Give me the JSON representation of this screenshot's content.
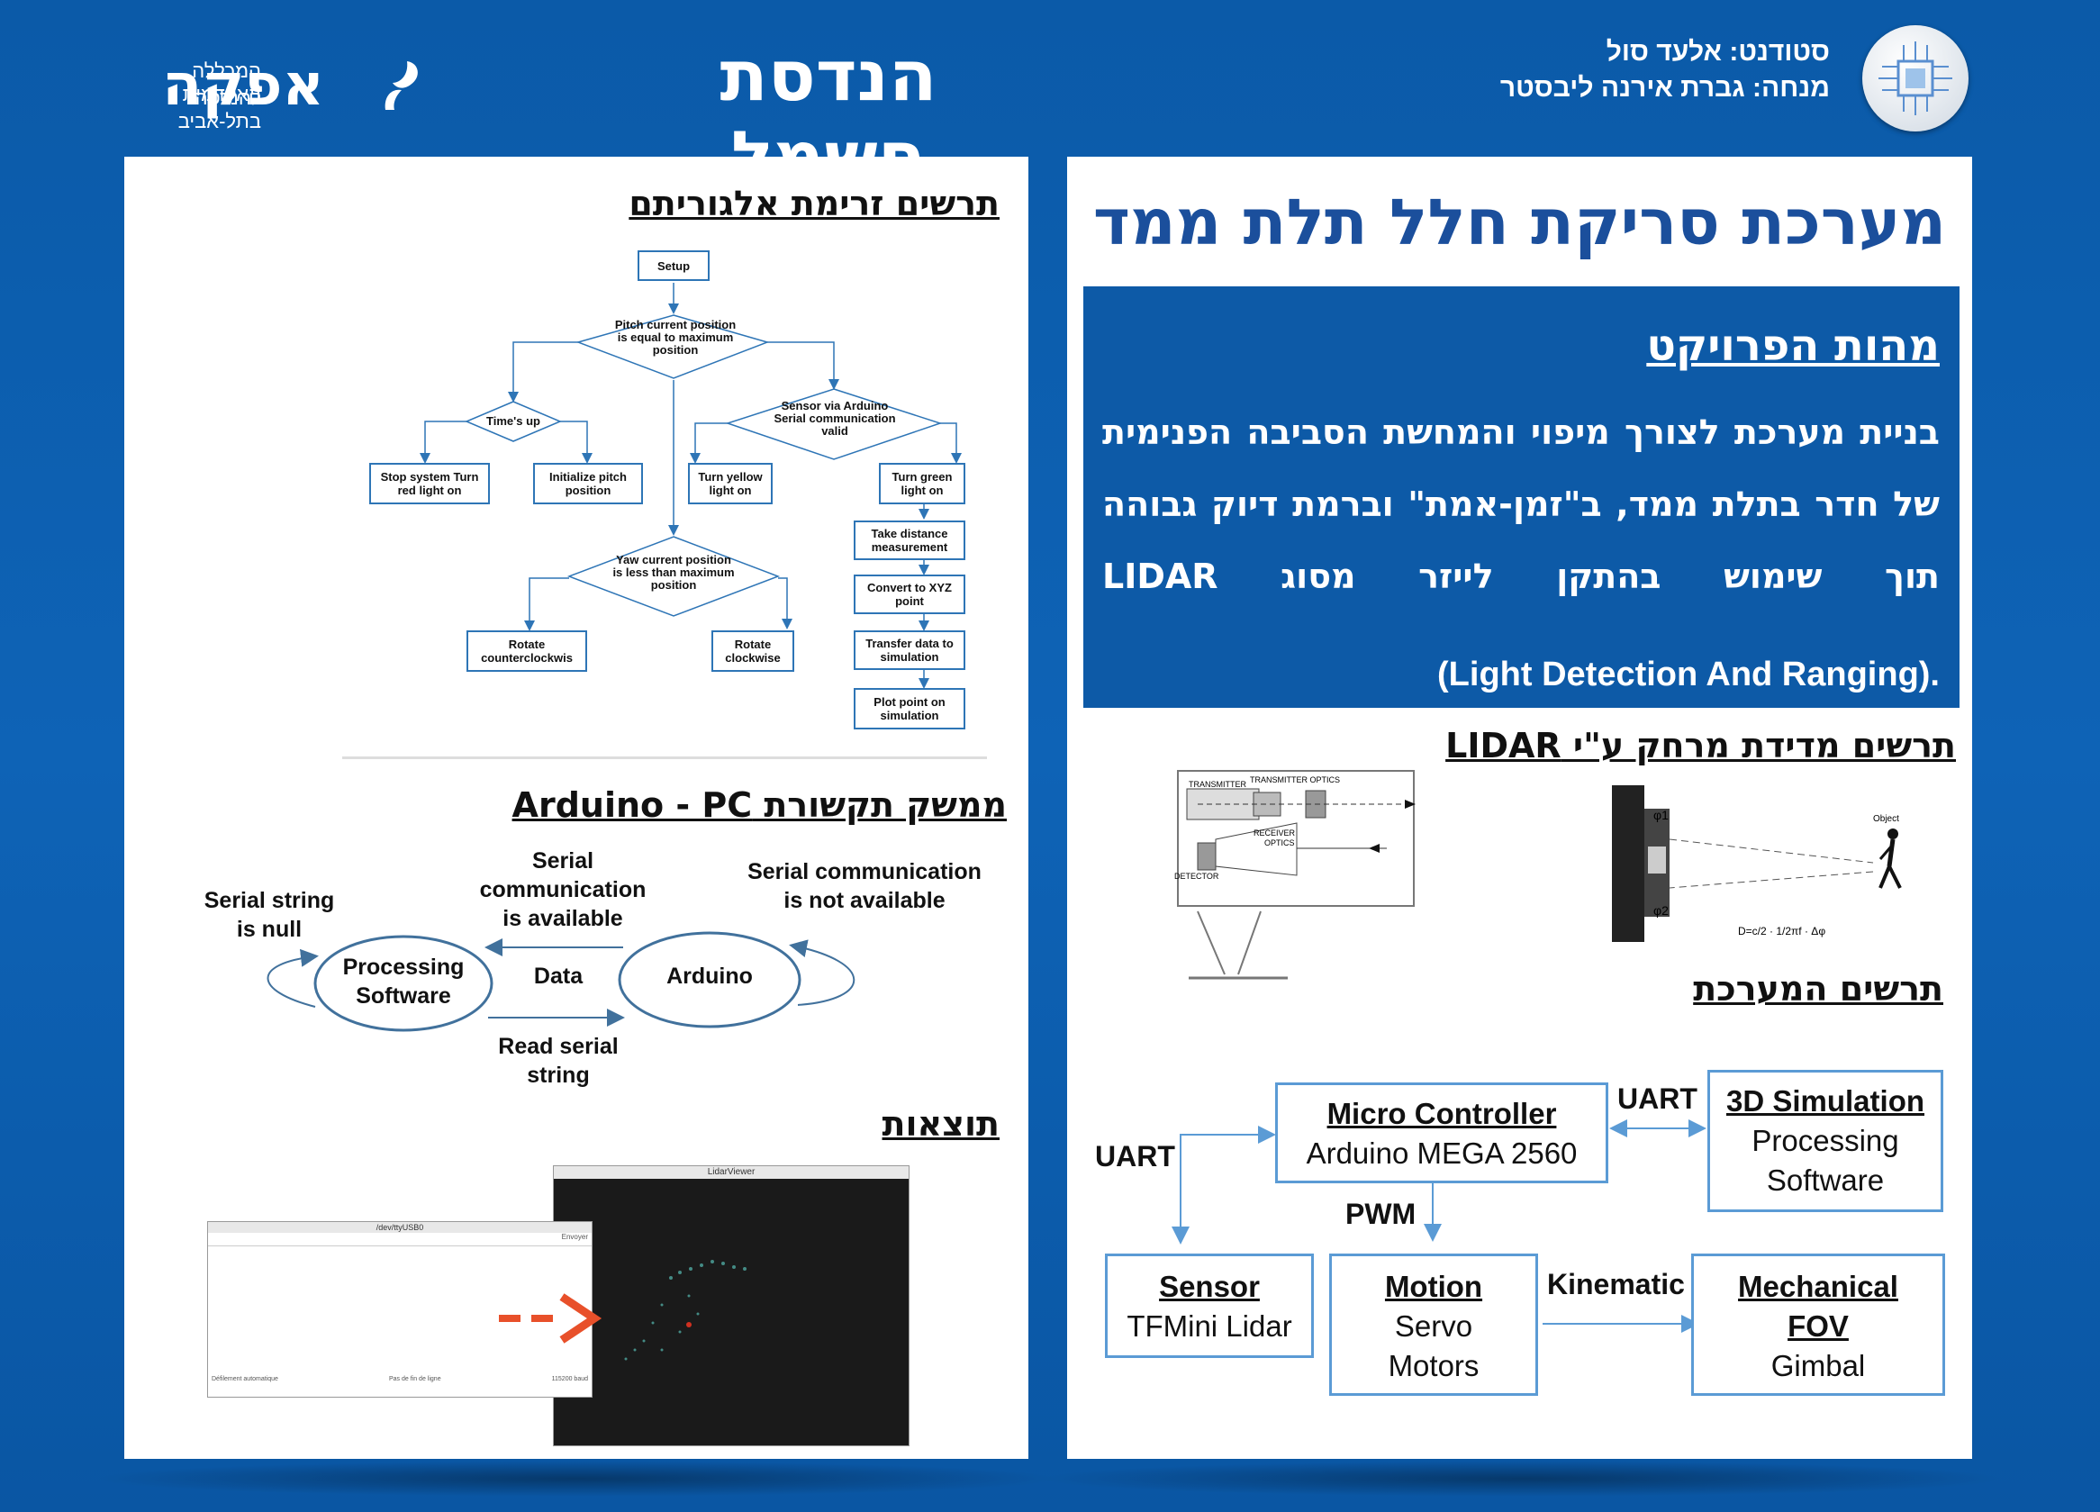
{
  "header": {
    "title": "הנדסת חשמל",
    "logo_name": "אפקה",
    "logo_sub1": "המכללה האקדמית",
    "logo_sub2": "להנדסה בתל-אביב",
    "student": "סטודנט: אלעד סול",
    "advisor": "מנחה: גברת אירנה ליבסטר"
  },
  "right": {
    "title": "מערכת סריקת חלל תלת ממד",
    "essence_heading": "מהות הפרויקט",
    "essence_text": "בניית מערכת לצורך מיפוי והמחשת הסביבה הפנימית של חדר בתלת ממד, ב\"זמן-אמת\" וברמת דיוק גבוהה תוך שימוש בהתקן לייזר מסוג LIDAR",
    "essence_last": "(Light Detection And Ranging).",
    "lidar_heading": "תרשים מדידת מרחק ע\"י LIDAR",
    "lidar_labels": {
      "transmitter": "TRANSMITTER",
      "transmitter_optics": "TRANSMITTER OPTICS",
      "receiver": "RECEIVER",
      "optics": "OPTICS",
      "detector": "DETECTOR",
      "phi1": "φ1",
      "phi2": "φ2",
      "object": "Object",
      "formula": "D=c/2 · 1/2πf · Δφ"
    },
    "system_heading": "תרשים המערכת",
    "system": {
      "mc_title": "Micro Controller",
      "mc_sub": "Arduino MEGA 2560",
      "sim_title": "3D Simulation",
      "sim_sub1": "Processing",
      "sim_sub2": "Software",
      "sensor_title": "Sensor",
      "sensor_sub": "TFMini Lidar",
      "motion_title": "Motion",
      "motion_sub1": "Servo",
      "motion_sub2": "Motors",
      "mech_title1": "Mechanical",
      "mech_title2": "FOV",
      "mech_sub": "Gimbal",
      "uart1": "UART",
      "uart2": "UART",
      "pwm": "PWM",
      "kinematic": "Kinematic"
    }
  },
  "left": {
    "flow_heading": "תרשים זרימת אלגוריתם",
    "flow": {
      "setup": "Setup",
      "pitch": "Pitch current position is equal to maximum position",
      "timesup": "Time's up",
      "sensor_valid": "Sensor via Arduino Serial communication valid",
      "stop": "Stop system Turn red light on",
      "init_pitch": "Initialize pitch position",
      "yellow": "Turn yellow light on",
      "green": "Turn green light on",
      "take": "Take distance measurement",
      "convert": "Convert to XYZ point",
      "transfer": "Transfer data to simulation",
      "plot": "Plot point on simulation",
      "yaw": "Yaw current position is less than maximum position",
      "ccw": "Rotate counterclockwis",
      "cw": "Rotate clockwise"
    },
    "comm_heading": "ממשק תקשורת Arduino - PC",
    "comm": {
      "null1": "Serial string",
      "null2": "is null",
      "avail1": "Serial",
      "avail2": "communication",
      "avail3": "is available",
      "notavail1": "Serial communication",
      "notavail2": "is not available",
      "processing1": "Processing",
      "processing2": "Software",
      "arduino": "Arduino",
      "data": "Data",
      "read1": "Read serial",
      "read2": "string"
    },
    "results_heading": "תוצאות",
    "results": {
      "viewer_title": "LidarViewer",
      "serial_title": "/dev/ttyUSB0",
      "send": "Envoyer",
      "autoscroll": "Défilement automatique",
      "line_end": "Pas de fin de ligne",
      "baud": "115200 baud"
    }
  }
}
